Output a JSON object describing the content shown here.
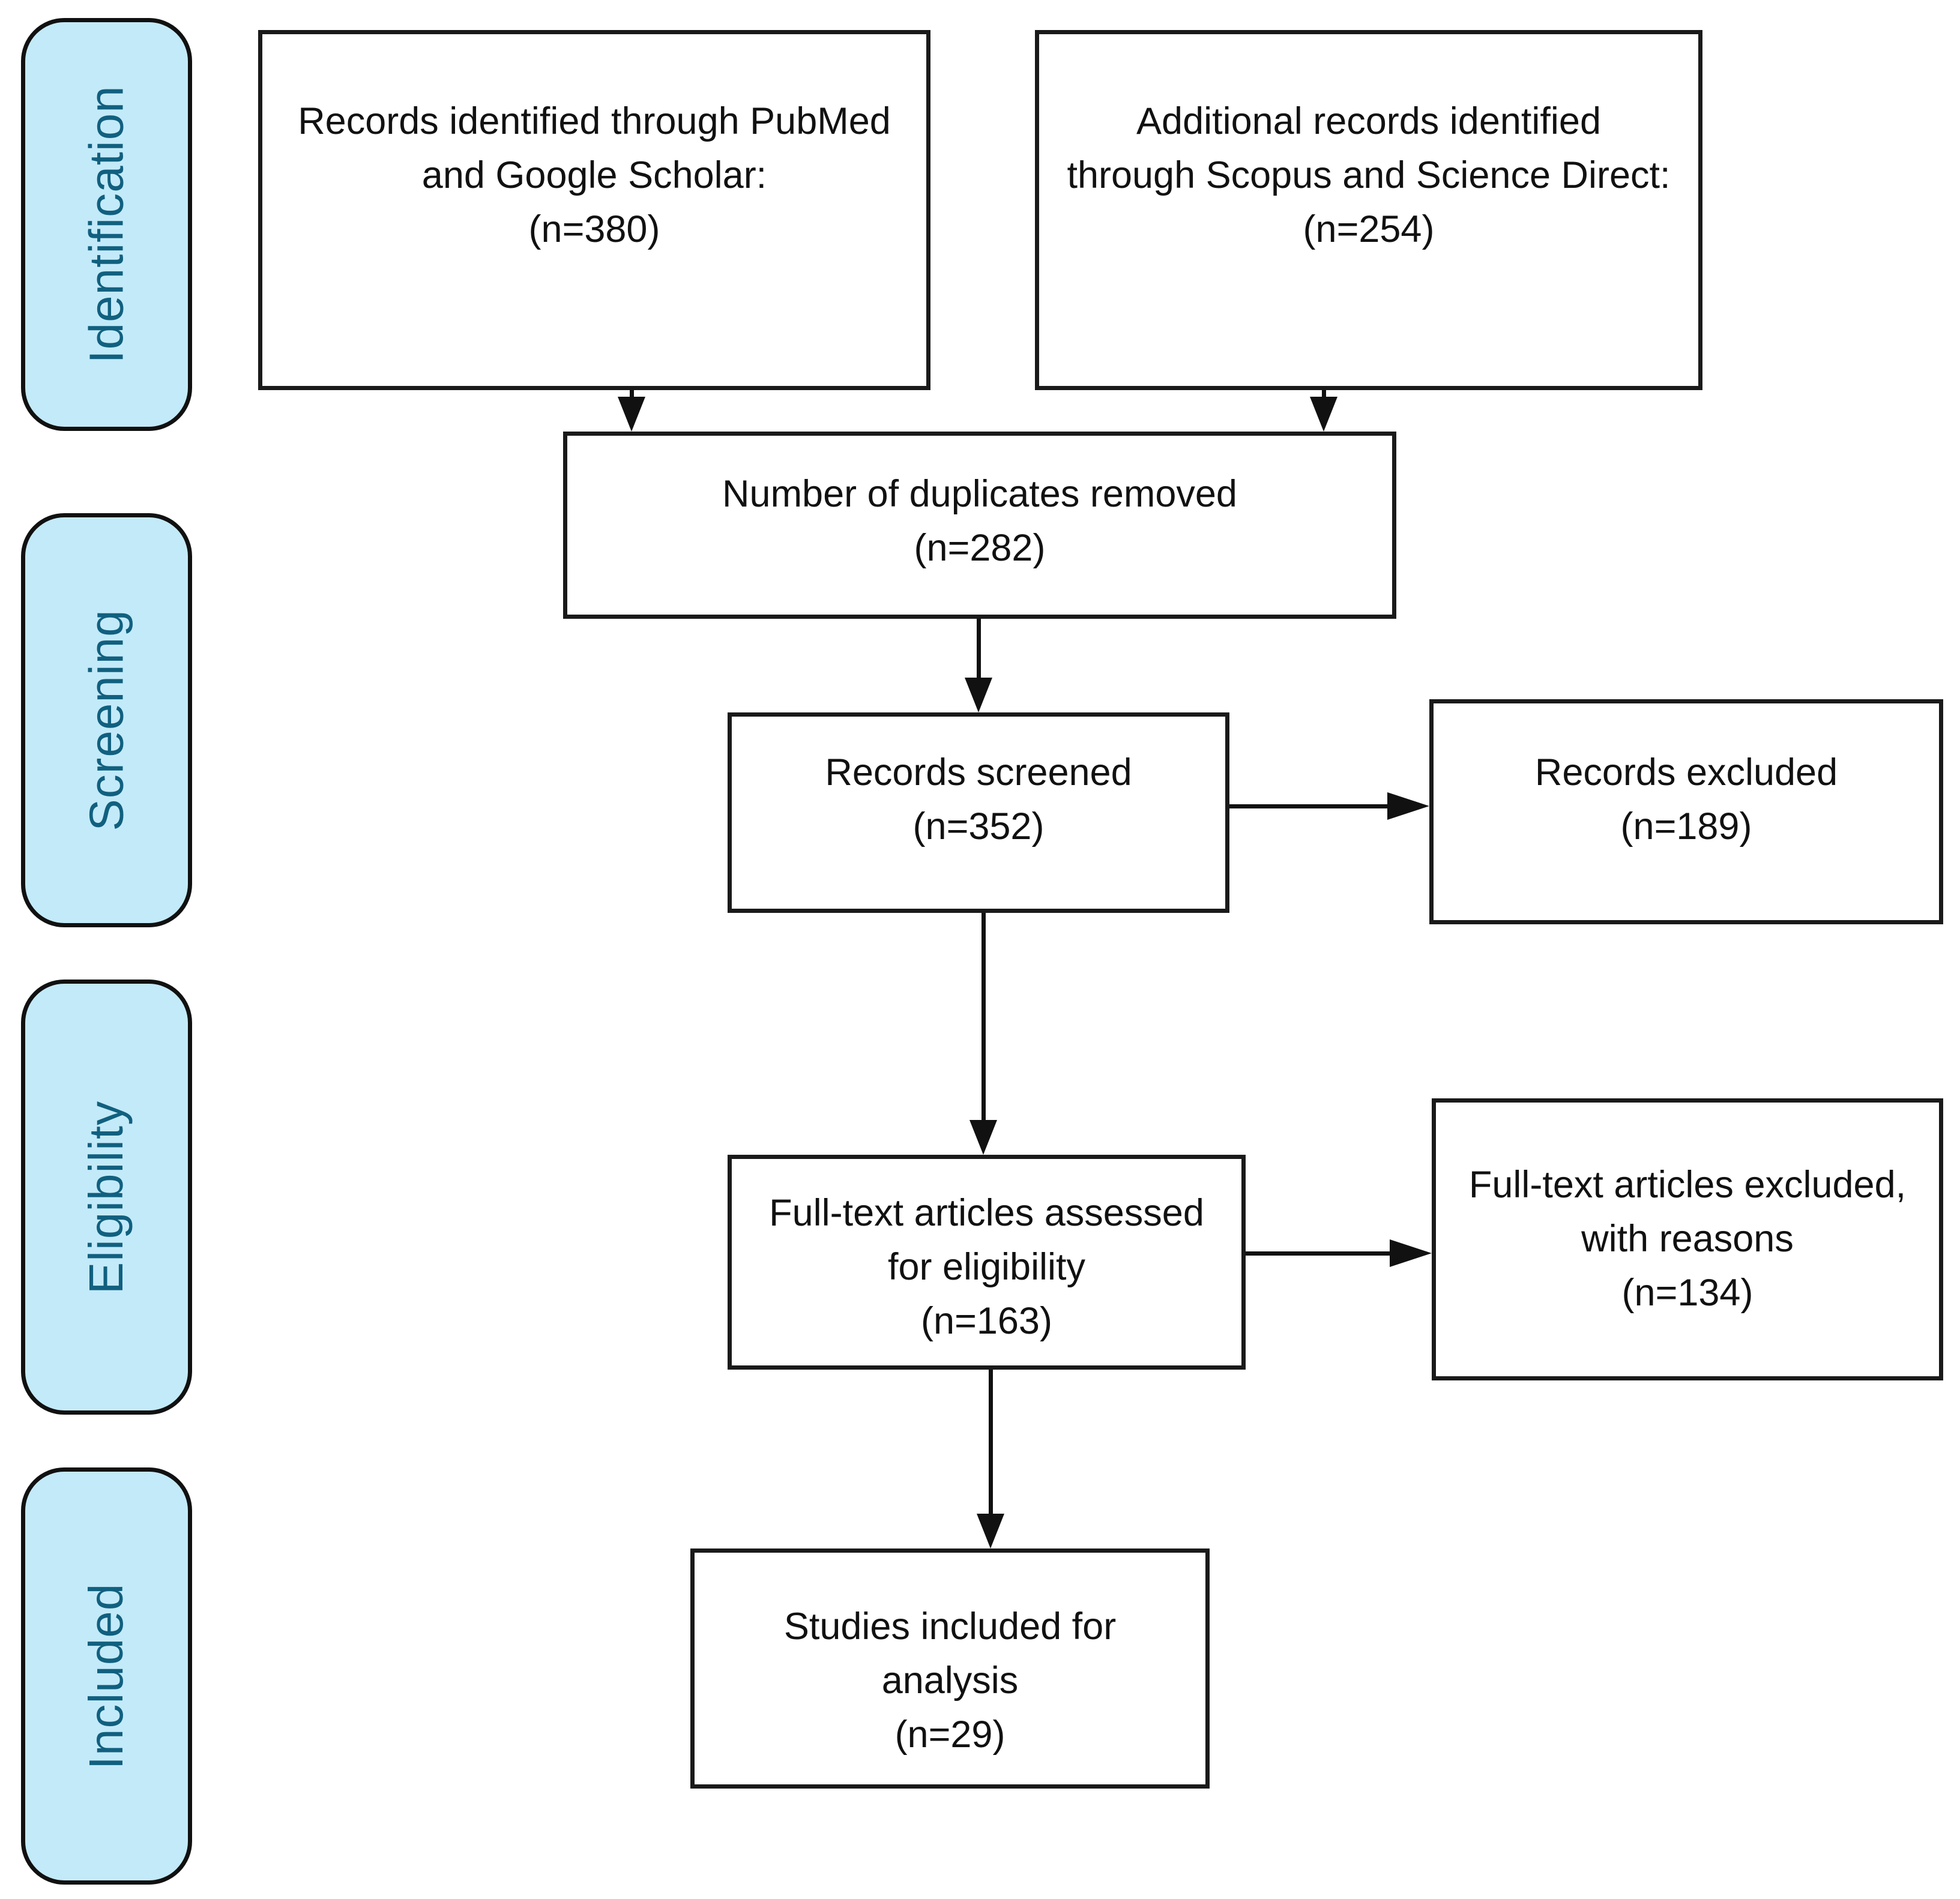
{
  "diagram": {
    "type": "prisma-flow-diagram",
    "stages": [
      {
        "id": "identification",
        "label": "Identification"
      },
      {
        "id": "screening",
        "label": "Screening"
      },
      {
        "id": "eligibility",
        "label": "Eligibility"
      },
      {
        "id": "included",
        "label": "Included"
      }
    ],
    "boxes": {
      "records_identified": {
        "lines": [
          "Records identified through PubMed",
          "and Google Scholar:",
          "(n=380)"
        ],
        "count": 380
      },
      "additional_records": {
        "lines": [
          "Additional records identified",
          "through Scopus and Science Direct:",
          "(n=254)"
        ],
        "count": 254
      },
      "duplicates_removed": {
        "lines": [
          "Number of duplicates removed",
          "(n=282)"
        ],
        "count": 282
      },
      "records_screened": {
        "lines": [
          "Records screened",
          "(n=352)"
        ],
        "count": 352
      },
      "records_excluded": {
        "lines": [
          "Records excluded",
          "(n=189)"
        ],
        "count": 189
      },
      "fulltext_assessed": {
        "lines": [
          "Full-text articles assessed",
          "for eligibility",
          "(n=163)"
        ],
        "count": 163
      },
      "fulltext_excluded": {
        "lines": [
          "Full-text articles excluded,",
          "with reasons",
          "(n=134)"
        ],
        "count": 134
      },
      "studies_included": {
        "lines": [
          "Studies included for",
          "analysis",
          "(n=29)"
        ],
        "count": 29
      }
    },
    "colors": {
      "background": "#ffffff",
      "stage_fill": "#c3eaf9",
      "stage_text": "#11607f",
      "stage_border": "#111111",
      "box_border": "#1a1a1a",
      "box_text": "#111111",
      "arrow": "#111111"
    }
  }
}
